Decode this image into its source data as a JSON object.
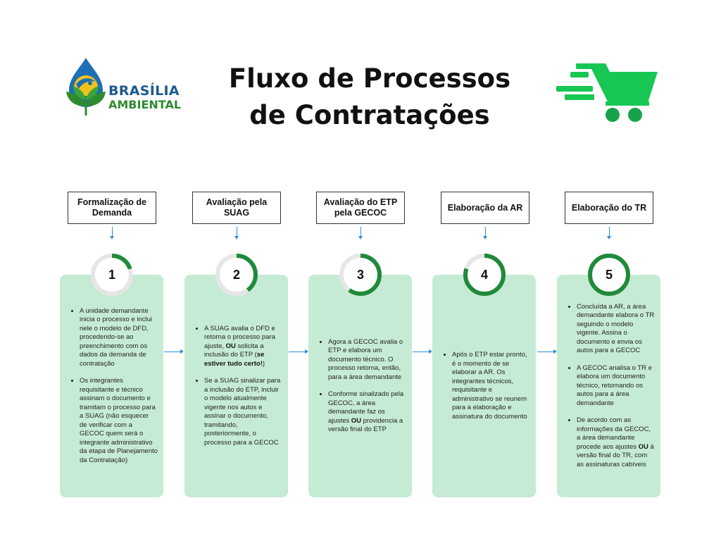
{
  "logo": {
    "line1": "BRASÍLIA",
    "line2": "AMBIENTAL"
  },
  "title": {
    "line1": "Fluxo de Processos",
    "line2": "de Contratações"
  },
  "colors": {
    "card_bg": "#c6ebd4",
    "ring_green": "#1f8a3b",
    "ring_track": "#e6e6e6",
    "cart_green": "#18c653",
    "arrow_blue": "#2f8fd8"
  },
  "icons": {
    "cart": "shopping-cart-icon",
    "logo": "water-drop-leaf-icon"
  },
  "steps": [
    {
      "number": "1",
      "progress": 0.2,
      "header": "Formalização de Demanda",
      "bullets": [
        [
          {
            "t": "A unidade demandante inicia o processo e inclui nele o modelo de DFD, procedendo-se ao preenchimento com os dados da demanda de contratação"
          }
        ],
        [
          {
            "t": "Os integrantes requisitante e técnico assinam o documento e tramitam o processo para a SUAG (não esquecer de verificar com a GECOC quem será o integrante administrativo da etapa de Planejamento da Contratação)"
          }
        ]
      ]
    },
    {
      "number": "2",
      "progress": 0.4,
      "header": "Avaliação pela SUAG",
      "bullets": [
        [
          {
            "t": "A SUAG avalia o DFD e retorna o processo para ajuste, "
          },
          {
            "t": "OU",
            "b": true
          },
          {
            "t": " solicita a inclusão do ETP ("
          },
          {
            "t": "se estiver tudo certo!",
            "b": true
          },
          {
            "t": ")"
          }
        ],
        [
          {
            "t": "Se a SUAG sinalizar para a inclusão do ETP, incluir o modelo atualmente vigente nos autos e assinar o documento, tramitando, posteriormente, o processo para a GECOC"
          }
        ]
      ]
    },
    {
      "number": "3",
      "progress": 0.6,
      "header": "Avaliação do ETP pela GECOC",
      "bullets": [
        [
          {
            "t": "Agora a GECOC avalia o ETP e elabora um documento técnico. O processo retorna, então, para a área demandante"
          }
        ],
        [
          {
            "t": "Conforme sinalizado pela GECOC, a área demandante faz os ajustes "
          },
          {
            "t": "OU",
            "b": true
          },
          {
            "t": " providencia a versão final do ETP"
          }
        ]
      ]
    },
    {
      "number": "4",
      "progress": 0.8,
      "header": "Elaboração da AR",
      "bullets": [
        [
          {
            "t": "Após o ETP estar pronto, é o momento de se elaborar a AR. Os integrantes técnicos, requisitante e administrativo se reunem para a elaboração e assinatura do documento"
          }
        ]
      ]
    },
    {
      "number": "5",
      "progress": 1.0,
      "header": "Elaboração do TR",
      "bullets": [
        [
          {
            "t": "Concluída a AR, a área demandante elabora o TR seguindo o modelo vigente. Assina o documento e envia os autos para a GECOC"
          }
        ],
        [
          {
            "t": "A GECOC analisa o TR e elabora um documento técnico, retornando os autos para a área demandante"
          }
        ],
        [
          {
            "t": "De acordo com as informações da GECOC, a área demandante procede aos ajustes "
          },
          {
            "t": "OU",
            "b": true
          },
          {
            "t": " à versão final do TR, com as assinaturas cabíveis"
          }
        ]
      ]
    }
  ]
}
